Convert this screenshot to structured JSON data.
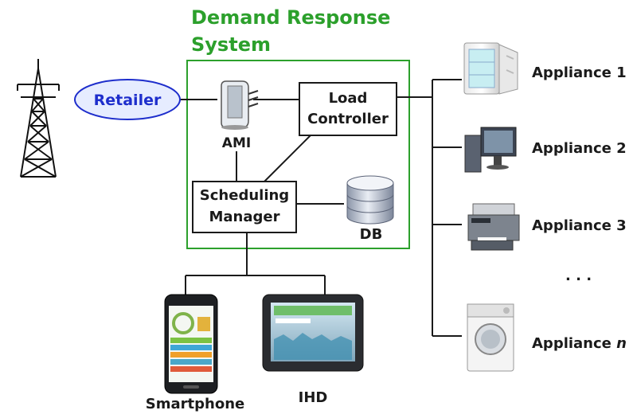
{
  "title": {
    "line1": "Demand Response",
    "line2": "System"
  },
  "retailer": "Retailer",
  "ami": "AMI",
  "load_controller": {
    "line1": "Load",
    "line2": "Controller"
  },
  "scheduling_manager": {
    "line1": "Scheduling",
    "line2": "Manager"
  },
  "db": "DB",
  "appliances": [
    "Appliance 1",
    "Appliance 2",
    "Appliance 3",
    "Appliance"
  ],
  "appliance_n_suffix": "n",
  "ellipsis": ". . .",
  "devices": {
    "smartphone": "Smartphone",
    "ihd": "IHD"
  },
  "colors": {
    "title_green": "#2ca02c",
    "system_border": "#2ca02c",
    "retailer_fill": "#e6ecff",
    "retailer_border": "#1e2ecc",
    "retailer_text": "#1e2ecc"
  }
}
